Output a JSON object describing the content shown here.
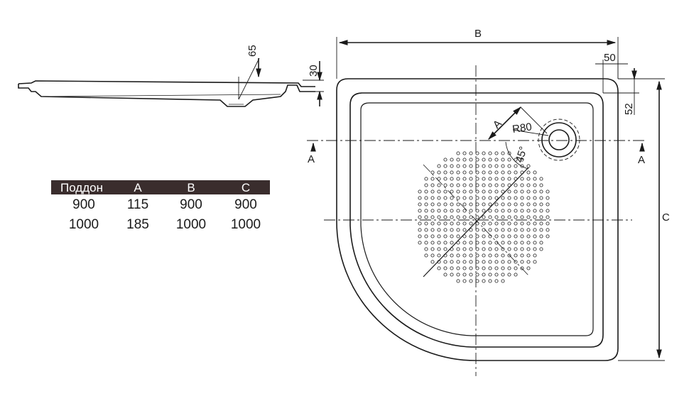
{
  "dimensions": {
    "side_depth_65": "65",
    "side_height_30": "30",
    "width_b": "B",
    "offset_50": "50",
    "offset_52": "52",
    "height_c": "C",
    "section_left": "A",
    "section_right": "A",
    "diagonal_a": "A",
    "drain_radius": "R80",
    "drain_angle": "45°"
  },
  "table": {
    "headers": [
      "Поддон",
      "A",
      "B",
      "C"
    ],
    "rows": [
      [
        "900",
        "115",
        "900",
        "900"
      ],
      [
        "1000",
        "185",
        "1000",
        "1000"
      ]
    ]
  },
  "colors": {
    "line": "#1a1a1a",
    "header_bg": "#3a2d2d",
    "header_text": "#ffffff"
  }
}
